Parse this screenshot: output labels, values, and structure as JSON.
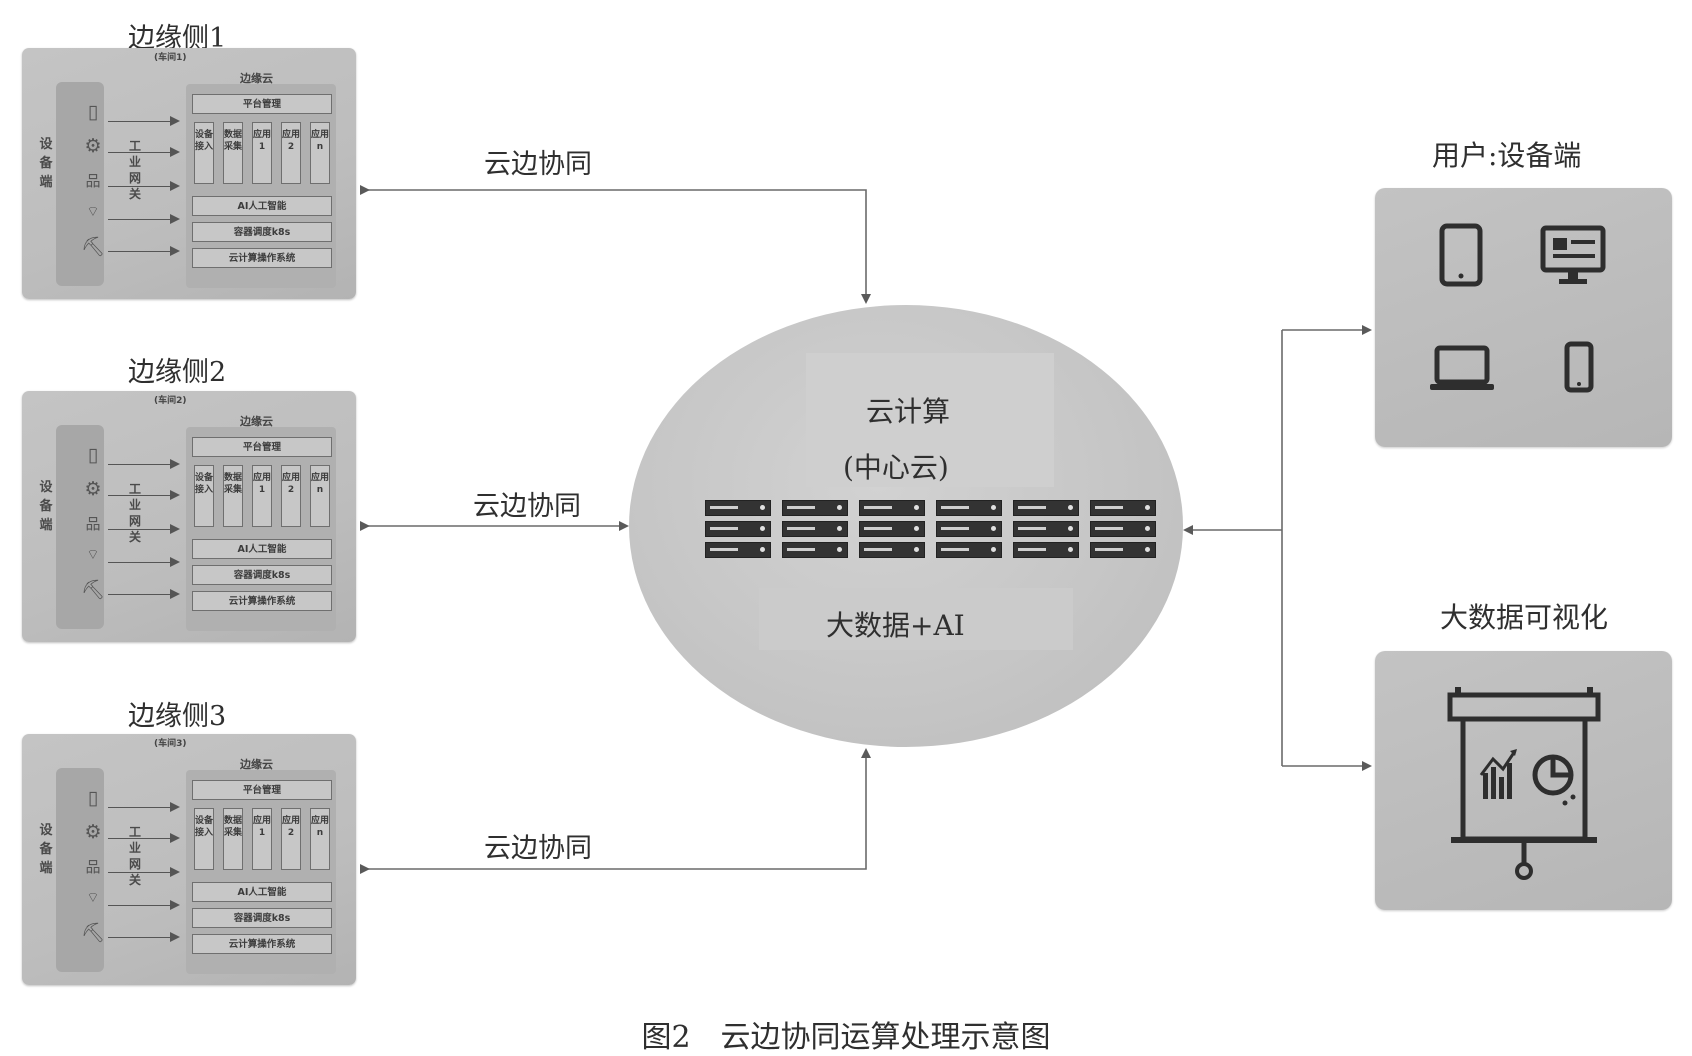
{
  "edges": [
    {
      "title": "边缘侧1",
      "workshop": "(车间1)"
    },
    {
      "title": "边缘侧2",
      "workshop": "(车间2)"
    },
    {
      "title": "边缘侧3",
      "workshop": "(车间3)"
    }
  ],
  "edge_panel": {
    "device_label": "设备端",
    "gateway_label": "工业网关",
    "edge_cloud": "边缘云",
    "platform": "平台管理",
    "modules": [
      "设备接入",
      "数据采集",
      "应用1",
      "应用2",
      "应用n"
    ],
    "ai": "AI人工智能",
    "container": "容器调度k8s",
    "os": "云计算操作系统"
  },
  "collab_label": "云边协同",
  "center": {
    "line1": "云计算",
    "line2": "(中心云)",
    "bigdata": "大数据+AI"
  },
  "right": {
    "user_title": "用户:设备端",
    "viz_title": "大数据可视化"
  },
  "caption": "图2　云边协同运算处理示意图"
}
